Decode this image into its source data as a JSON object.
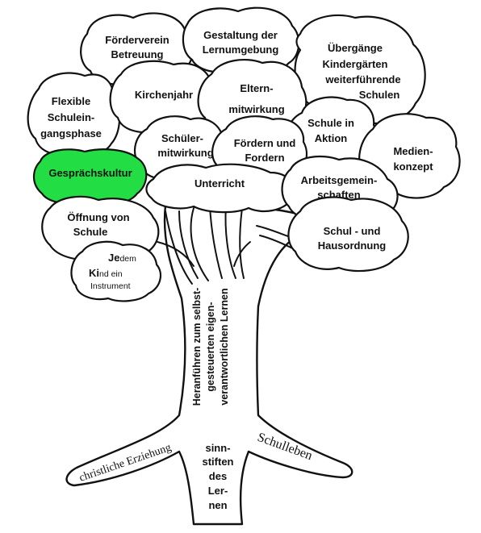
{
  "canopy": {
    "foerderverein": [
      "Förderverein",
      "Betreuung"
    ],
    "gestaltung": [
      "Gestaltung der",
      "Lernumgebung"
    ],
    "uebergaenge": [
      "Übergänge",
      "Kindergärten",
      "weiterführende",
      "Schulen"
    ],
    "kirchenjahr": "Kirchenjahr",
    "elternmitwirkung": [
      "Eltern-",
      "mitwirkung"
    ],
    "flexible": [
      "Flexible",
      "Schulein-",
      "gangsphase"
    ],
    "schule_in_aktion": [
      "Schule in",
      "Aktion"
    ],
    "schuelermitwirkung": [
      "Schüler-",
      "mitwirkung"
    ],
    "foerdern": [
      "Fördern und",
      "Fordern"
    ],
    "medienkonzept": [
      "Medien-",
      "konzept"
    ],
    "gespraechskultur": "Gesprächskultur",
    "unterricht": "Unterricht",
    "arbeitsgemeinschaften": [
      "Arbeitsgemein-",
      "schaften"
    ],
    "oeffnung": [
      "Öffnung von",
      "Schule"
    ],
    "schulordnung": [
      "Schul - und",
      "Hausordnung"
    ],
    "jeki": {
      "je_big": "Je",
      "je_small": "dem",
      "ki_big": "Ki",
      "ki_small": "nd ein",
      "line3": "Instrument"
    }
  },
  "trunk": {
    "text": [
      "Heranführen zum selbst-",
      "gesteuerten eigen-",
      "verantwortlichen Lernen"
    ]
  },
  "roots": {
    "left": "christliche Erziehung",
    "center": [
      "sinn-",
      "stiften",
      "des",
      "Ler-",
      "nen"
    ],
    "right": "Schulleben"
  },
  "colors": {
    "highlight": "#22dd44",
    "outline": "#111111"
  }
}
